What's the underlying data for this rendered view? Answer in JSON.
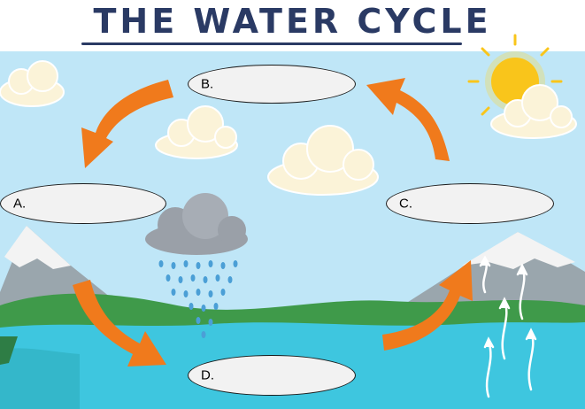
{
  "title": "THE WATER CYCLE",
  "colors": {
    "sky": "#bfe6f7",
    "arrow": "#f07a1c",
    "water": "#3ec6df",
    "sun": "#f9c51b",
    "cloud": "#fbf3d8",
    "rain_cloud": "#9aa0a8",
    "rain": "#4b9fd6",
    "mountain": "#9aa6ad",
    "snow": "#f3f3f3",
    "grass": "#3f9a4a"
  },
  "boxes": [
    {
      "id": "A",
      "label": "A."
    },
    {
      "id": "B",
      "label": "B."
    },
    {
      "id": "C",
      "label": "C."
    },
    {
      "id": "D",
      "label": "D."
    }
  ]
}
